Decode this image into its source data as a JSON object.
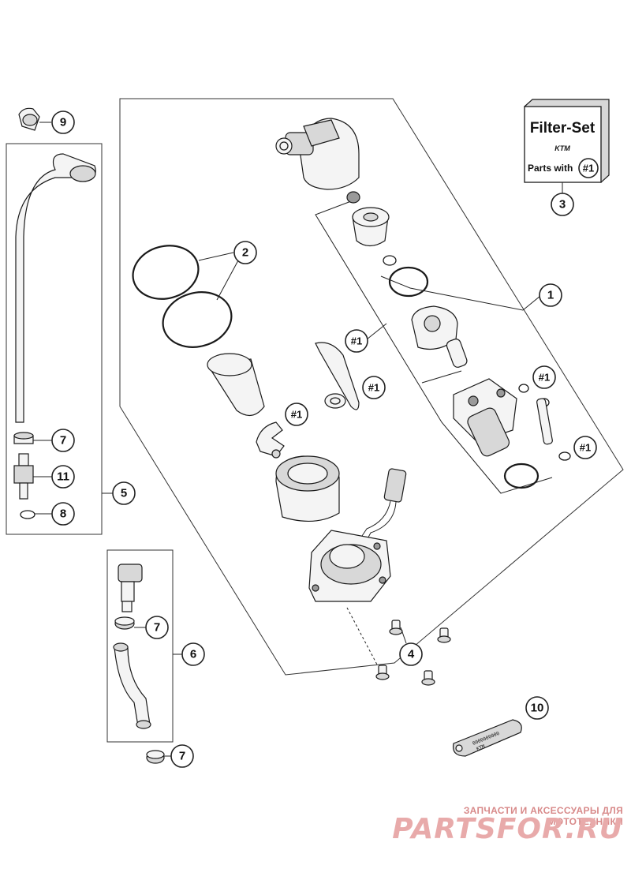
{
  "callouts": {
    "c1": "1",
    "c2": "2",
    "c3": "3",
    "c4": "4",
    "c5": "5",
    "c6": "6",
    "c7a": "7",
    "c7b": "7",
    "c7c": "7",
    "c8": "8",
    "c9": "9",
    "c10": "10",
    "c11": "11"
  },
  "hash_marks": {
    "h1": "#1",
    "h2": "#1",
    "h3": "#1",
    "h4": "#1",
    "h5": "#1",
    "h6": "#1"
  },
  "filter_box": {
    "title": "Filter-Set",
    "brand": "KTM",
    "parts_with": "Parts with",
    "ref": "#1"
  },
  "watermark": {
    "tagline": "ЗАПЧАСТИ И АКСЕССУАРЫ ДЛЯ МОТОТЕХНИКИ",
    "brand": "PARTSFOR.RU"
  },
  "colors": {
    "line": "#1a1a1a",
    "watermark": "#e8aaaa"
  }
}
